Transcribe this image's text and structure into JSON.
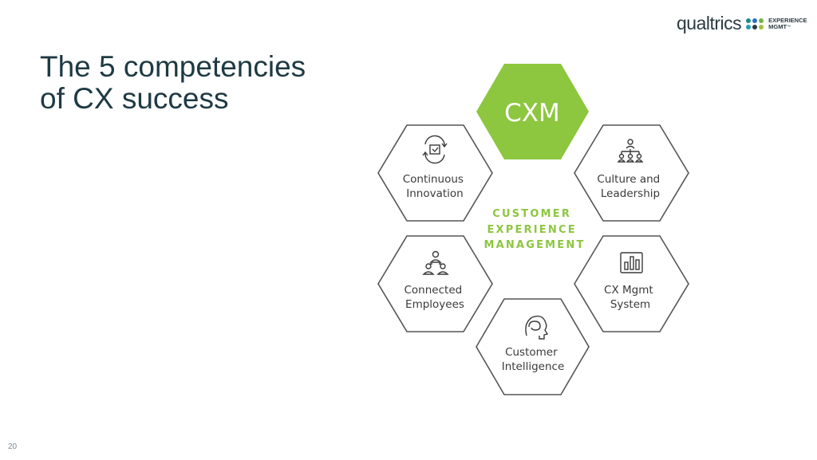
{
  "slide": {
    "title_lines": [
      "The 5 competencies",
      "of CX success"
    ],
    "page_number": "20"
  },
  "logo": {
    "wordmark": "qualtrics",
    "sub_lines": [
      "EXPERIENCE",
      "MGMT"
    ],
    "trademark": "™",
    "dot_colors": [
      "#1a8c8c",
      "#2d6fbf",
      "#6fb43f",
      "#21a0b0",
      "#2b3a42",
      "#9ac33d"
    ]
  },
  "diagram": {
    "center_hex_label": "CXM",
    "center_text_lines": [
      "CUSTOMER",
      "EXPERIENCE",
      "MANAGEMENT"
    ],
    "accent_color": "#8dc63f",
    "hexes": [
      {
        "id": "continuous-innovation",
        "icon": "refresh-check-icon",
        "lines": [
          "Continuous",
          "Innovation"
        ]
      },
      {
        "id": "culture-and-leadership",
        "icon": "org-chart-icon",
        "lines": [
          "Culture and",
          "Leadership"
        ]
      },
      {
        "id": "connected-employees",
        "icon": "team-network-icon",
        "lines": [
          "Connected",
          "Employees"
        ]
      },
      {
        "id": "cx-mgmt-system",
        "icon": "bar-chart-icon",
        "lines": [
          "CX Mgmt",
          "System"
        ]
      },
      {
        "id": "customer-intelligence",
        "icon": "head-brain-icon",
        "lines": [
          "Customer",
          "Intelligence"
        ]
      }
    ]
  }
}
